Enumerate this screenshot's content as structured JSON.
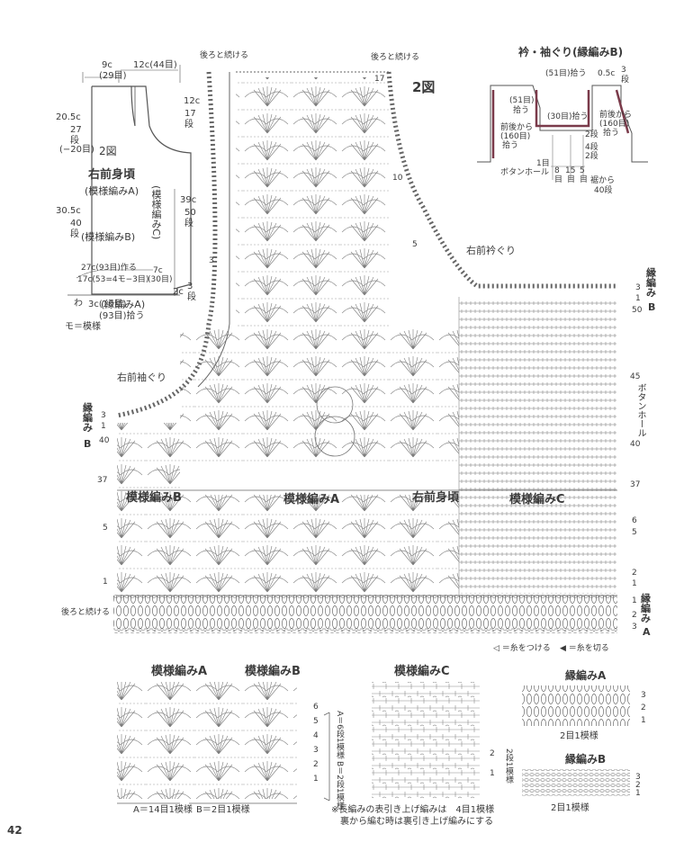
{
  "schematic": {
    "dims": {
      "top_9c": "9c",
      "top_29": "(29目)",
      "top_12c": "12c(44目)",
      "left_205": "20.5c",
      "left_27": "27",
      "left_27u": "段",
      "left_20": "(−20目)",
      "left_305": "30.5c",
      "left_40": "40",
      "left_40u": "段",
      "right_12c": "12c",
      "right_17": "17",
      "right_17u": "段",
      "right_39c": "39c",
      "right_50": "50",
      "right_50u": "段",
      "right_2c": "2c",
      "right_3": "3",
      "right_3u": "段",
      "bottom_3c": "3c(10目)",
      "bottom_93": "(93目)拾う",
      "wa": "わ",
      "mo_note": "モ＝模様",
      "c27": "27c(93目)作る",
      "c17": "17c(53=4モ−3目)",
      "c7": "7c",
      "c30": "(30目)"
    },
    "labels": {
      "fig": "2図",
      "title": "右前身頃",
      "pa": "(模様編みA)",
      "pb": "(模様編みB)",
      "pc": "(模様編みC)",
      "ea": "(縁編みA)"
    }
  },
  "collar": {
    "title": "衿・袖ぐり(縁編みB)",
    "l51": "(51目)拾う",
    "l05": "0.5c",
    "l3": "3",
    "l3u": "段",
    "l51b": "(51目)",
    "l51bu": "拾う",
    "l30": "(30目)拾う",
    "front160a": "前後から",
    "front160b": "(160目)",
    "front160c": "拾う",
    "front160r1": "前後から",
    "front160r2": "(160目)",
    "front160r3": "拾う",
    "s2": "2段",
    "s4": "4段",
    "s2b": "2段",
    "one": "1目",
    "button": "ボタンホール",
    "n8": "8",
    "n15a": "15",
    "n5": "5",
    "me1": "目",
    "me2": "目",
    "me3": "目",
    "from40a": "裾から",
    "from40b": "40段"
  },
  "chart": {
    "fig": "2図",
    "cont_back1": "後ろと続ける",
    "cont_back2": "後ろと続ける",
    "cont_back3": "後ろと続ける",
    "neck": "右前衿ぐり",
    "sleeve": "右前袖ぐり",
    "edge_b1": "縁編み",
    "edge_b1b": "B",
    "edge_b2": "縁編み",
    "edge_b2b": "B",
    "edge_a": "縁編み",
    "edge_ab": "A",
    "button_hole": "ボタンホール",
    "pat_b": "模様編みB",
    "pat_a": "模様編みA",
    "body": "右前身頃",
    "pat_c": "模様編みC",
    "rows": {
      "l3": "3",
      "l1": "1",
      "l40": "40",
      "l37": "37",
      "l5": "5",
      "l1b": "1",
      "r3": "3",
      "r1": "1",
      "r50": "50",
      "r45": "45",
      "r40": "40",
      "r37": "37",
      "r6": "6",
      "r5": "5",
      "r2": "2",
      "r1b": "1",
      "r1c": "1",
      "r2b": "2",
      "r3b": "3",
      "t17": "17",
      "t10": "10",
      "t5": "5",
      "t3": "3"
    },
    "legend_attach": "◁ ＝糸をつける",
    "legend_cut": "◀ ＝糸を切る"
  },
  "samples": {
    "pa": "模様編みA",
    "pb": "模様編みB",
    "pc": "模様編みC",
    "rowsAB": [
      "6",
      "5",
      "4",
      "3",
      "2",
      "1"
    ],
    "repA_v": "A＝6段1模様",
    "repB_v": "B＝2段1模様",
    "repA": "A＝14目1模様",
    "repB": "B＝2目1模様",
    "c_rows": [
      "2",
      "1"
    ],
    "c_rep": "2段1模様",
    "note1": "※長編みの表引き上げ編みは　4目1模様",
    "note2": "裏から編む時は裏引き上げ編みにする",
    "ea": "縁編みA",
    "ea_rows": [
      "3",
      "2",
      "1"
    ],
    "ea_rep": "2目1模様",
    "eb": "縁編みB",
    "eb_rows": [
      "3",
      "2",
      "1"
    ],
    "eb_rep": "2目1模様"
  },
  "page_number": "42",
  "colors": {
    "ink": "#3a3a3a",
    "line": "#555555",
    "collar_band": "#7a3a4a"
  }
}
